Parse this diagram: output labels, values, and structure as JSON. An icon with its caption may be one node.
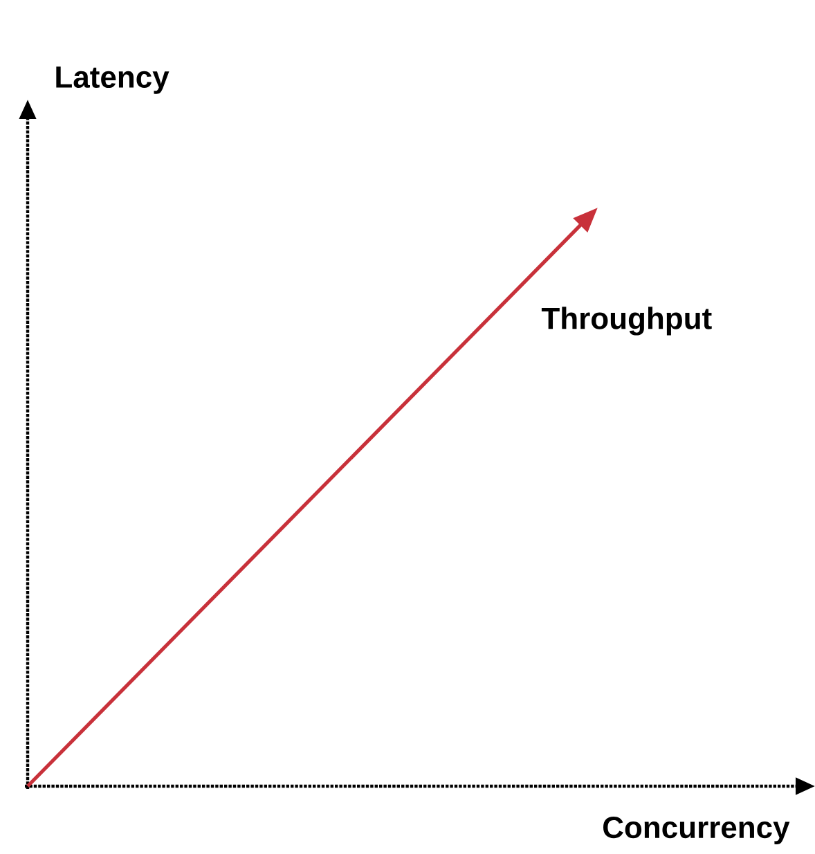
{
  "diagram": {
    "labels": [
      "Latency",
      "Throughput",
      "Concurrency"
    ]
  }
}
